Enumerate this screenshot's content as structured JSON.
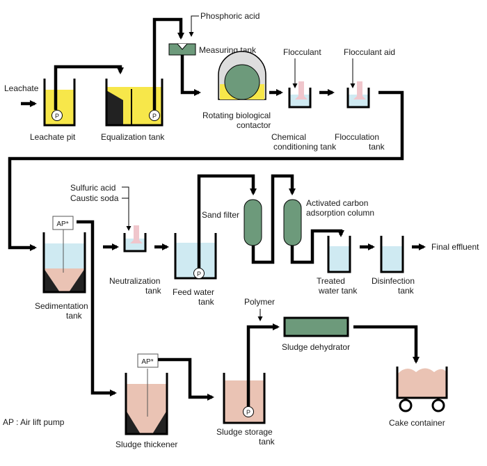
{
  "colors": {
    "pipe": "#000000",
    "leachate_liquid": "#f7e74a",
    "treated_water": "#cfeaf2",
    "sludge": "#eac3b4",
    "filter_column": "#6d9a7b",
    "chemical_dosing": "#f0c6cc",
    "rotor": "#6d9a7b"
  },
  "labels": {
    "leachate": "Leachate",
    "leachate_pit": "Leachate pit",
    "equalization_tank": "Equalization tank",
    "phosphoric_acid": "Phosphoric acid",
    "measuring_tank": "Measuring tank",
    "rbc_line1": "Rotating biological",
    "rbc_line2": "contactor",
    "flocculant": "Flocculant",
    "flocculant_aid": "Flocculant aid",
    "chem_cond_line1": "Chemical",
    "chem_cond_line2": "conditioning tank",
    "flocculation_line1": "Flocculation",
    "flocculation_line2": "tank",
    "sulfuric_acid": "Sulfuric acid",
    "caustic_soda": "Caustic soda",
    "sand_filter": "Sand filter",
    "activated_carbon_line1": "Activated carbon",
    "activated_carbon_line2": "adsorption column",
    "neutralization_line1": "Neutralization",
    "neutralization_line2": "tank",
    "feed_water_line1": "Feed water",
    "feed_water_line2": "tank",
    "treated_water_line1": "Treated",
    "treated_water_line2": "water tank",
    "disinfection_line1": "Disinfection",
    "disinfection_line2": "tank",
    "final_effluent": "Final effluent",
    "sedimentation_line1": "Sedimentation",
    "sedimentation_line2": "tank",
    "polymer": "Polymer",
    "sludge_dehydrator": "Sludge dehydrator",
    "sludge_thickener": "Sludge thickener",
    "sludge_storage_line1": "Sludge storage",
    "sludge_storage_line2": "tank",
    "cake_container": "Cake container",
    "legend_ap": "AP : Air lift pump",
    "ap_badge": "AP*",
    "pump_mark": "P"
  }
}
